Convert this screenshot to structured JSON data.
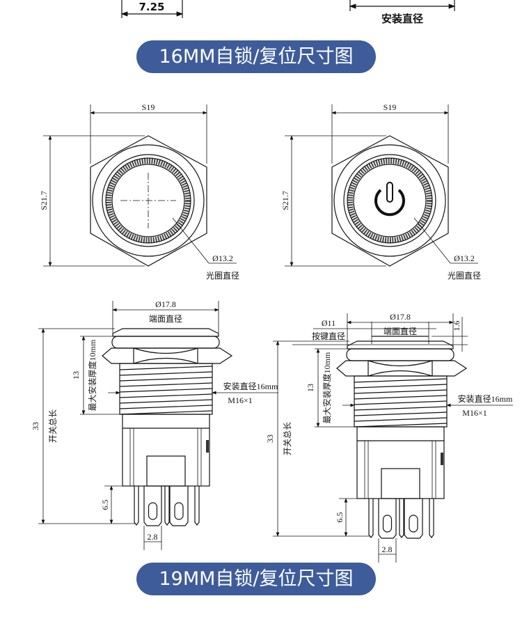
{
  "colors": {
    "banner": "#3e5c9a",
    "line": "#111111"
  },
  "top_fragment": {
    "left_dim": "7.25",
    "right_label": "安装直径"
  },
  "banners": {
    "top": "16MM自锁/复位尺寸图",
    "bottom": "19MM自锁/复位尺寸图"
  },
  "top_views": [
    {
      "across_flats": "S19",
      "across_corners": "S21.7",
      "ring_dia": "Ø13.2",
      "ring_label": "光圈直径",
      "symbol": "ring"
    },
    {
      "across_flats": "S19",
      "across_corners": "S21.7",
      "ring_dia": "Ø13.2",
      "ring_label": "光圈直径",
      "symbol": "power-icon"
    }
  ],
  "side_views": [
    {
      "face_dia": "Ø17.8",
      "face_label": "端面直径",
      "total_len": "33",
      "total_label": "开关总长",
      "panel": "13",
      "panel_label": "最大安装厚度10mm",
      "mount_label": "安装直径16mm",
      "thread": "M16×1",
      "pin_len": "6.5",
      "pin_pitch": "2.8"
    },
    {
      "face_dia": "Ø17.8",
      "face_label": "端面直径",
      "button_dia": "Ø11",
      "button_label": "按键直径",
      "button_height": "1.6",
      "total_len": "33",
      "total_label": "开关总长",
      "panel": "13",
      "panel_label": "最大安装厚度10mm",
      "mount_label": "安装直径16mm",
      "thread": "M16×1",
      "pin_len": "6.5",
      "pin_pitch": "2.8"
    }
  ]
}
